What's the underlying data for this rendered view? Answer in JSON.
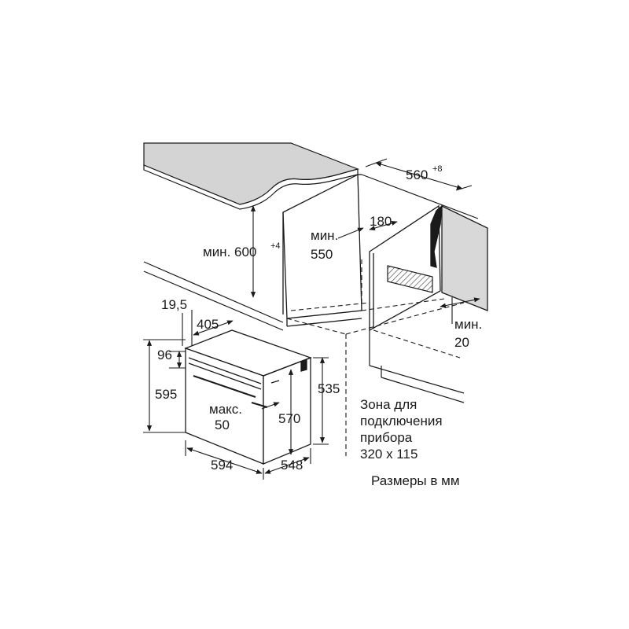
{
  "labels": {
    "depth_560": "560",
    "depth_560_tol": "+8",
    "height_600_prefix": "мин. 600",
    "height_600_tol": "+4",
    "min_550_a": "мин.",
    "min_550_b": "550",
    "gap_180": "180",
    "min_20_a": "мин.",
    "min_20_b": "20",
    "dim_19_5": "19,5",
    "dim_405": "405",
    "dim_96": "96",
    "dim_595": "595",
    "dim_535": "535",
    "dim_570": "570",
    "max_50_a": "макс.",
    "max_50_b": "50",
    "dim_594": "594",
    "dim_548": "548",
    "zone_line1": "Зона для",
    "zone_line2": "подключения",
    "zone_line3": "прибора",
    "zone_line4": "320 x 115",
    "units_note": "Размеры в мм"
  },
  "colors": {
    "line": "#1a1a1a",
    "countertop_fill": "#d4d4d4",
    "hatch": "#555555"
  }
}
